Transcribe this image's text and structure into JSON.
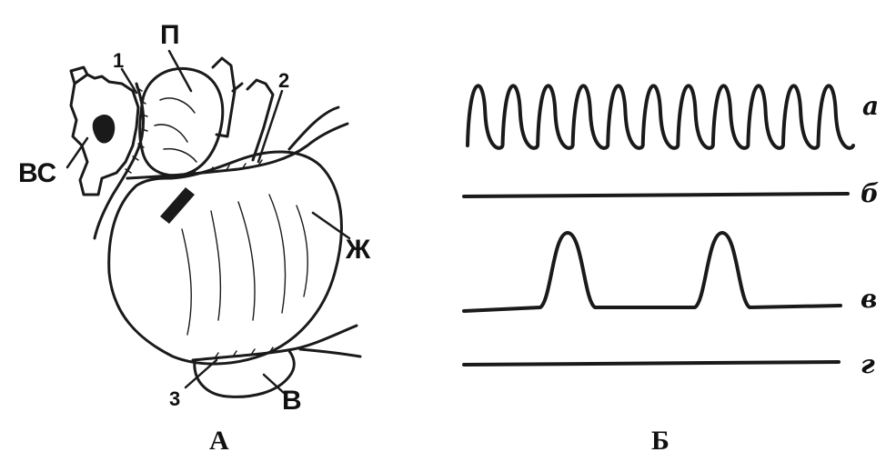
{
  "panel_a": {
    "caption": "А",
    "labels": {
      "vs": "ВС",
      "p": "П",
      "zh": "Ж",
      "v": "В",
      "lig1": "1",
      "lig2": "2",
      "lig3": "3"
    }
  },
  "panel_b": {
    "caption": "Б",
    "traces": [
      {
        "label": "а",
        "kind": "continuous-oscillation",
        "cycles": 11
      },
      {
        "label": "б",
        "kind": "flat"
      },
      {
        "label": "в",
        "kind": "periodic-peaks",
        "peaks": 2
      },
      {
        "label": "г",
        "kind": "flat"
      }
    ]
  }
}
